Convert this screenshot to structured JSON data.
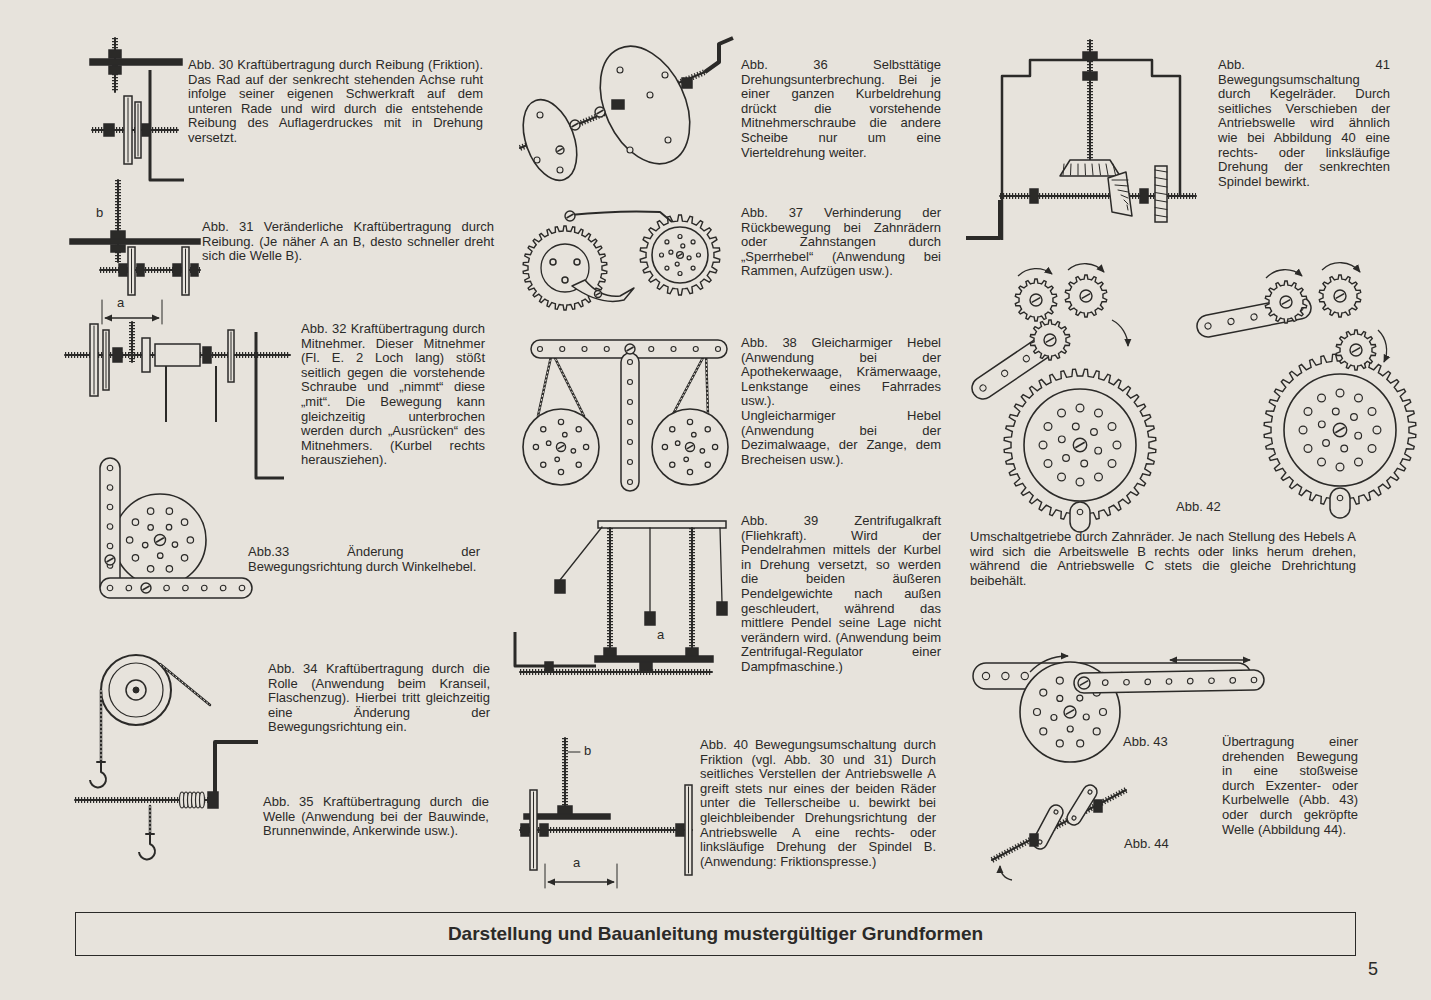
{
  "diagram": {
    "nodes": [
      {
        "text": [
          "Darstellung und Bauanleitung mustergültiger Grundformen"
        ]
      }
    ],
    "labels": [
      "Abb. 30 Kraftübertragung durch Reibung (Friktion). Das Rad auf der senkrecht stehenden Achse ruht infolge seiner eigenen Schwerkraft auf dem unteren Rade und wird durch die entstehende Reibung des Auflagerdruckes mit in Drehung versetzt.",
      "b",
      "Abb. 31 Veränderliche Kraftübertragung durch Reibung. (Je näher A an B, desto schneller dreht sich die Welle B).",
      "a",
      "Abb. 32 Kraftübertragung durch Mitnehmer. Dieser Mitnehmer (Fl. E. 2 Loch lang) stößt seitlich gegen die vorstehende Schraube und „nimmt“ diese „mit“. Die Bewegung kann gleichzeitig unterbrochen werden durch „Ausrücken“ des Mitnehmers. (Kurbel rechts herausziehen).",
      "Abb.33 Änderung der Bewegungsrichtung durch Winkelhebel.",
      "Abb. 34 Kraftübertragung durch die Rolle (Anwendung beim Kranseil, Flaschenzug). Hierbei tritt gleichzeitig eine Änderung der Bewegungsrichtung ein.",
      "Abb. 35 Kraftübertragung durch die Welle (Anwendung bei der Bauwinde, Brunnenwinde, Ankerwinde usw.).",
      "Abb. 36 Selbsttätige Drehungsunterbrechung. Bei je einer ganzen Kurbeldrehung drückt die vorstehende Mitnehmerschraube die andere Scheibe nur um eine Vierteldrehung weiter.",
      "Abb. 37 Verhinderung der Rückbewegung bei Zahnrädern oder Zahnstangen durch „Sperrhebel“ (Anwendung bei Rammen, Aufzügen usw.).",
      "Abb. 38 Gleicharmiger Hebel (Anwendung bei der Apothekerwaage, Krämerwaage, Lenkstange eines Fahrrades usw.).",
      "Ungleicharmiger Hebel (Anwendung bei der Dezimalwaage, der Zange, dem Brecheisen usw.).",
      "Abb. 39 Zentrifugalkraft (Fliehkraft). Wird der Pendelrahmen mittels der Kurbel in Drehung versetzt, so werden die beiden äußeren Pendelgewichte nach außen geschleudert, während das mittlere Pendel seine Lage nicht verändern wird. (Anwendung beim Zentrifugal-Regulator einer Dampfmaschine.)",
      "a",
      "b",
      "Abb. 40 Bewegungsumschaltung durch Friktion (vgl. Abb. 30 und 31) Durch seitliches Verstellen der Antriebswelle A greift stets nur eines der beiden Räder unter die Tellerscheibe u. bewirkt bei gleichbleibender Drehungsrichtung der Antriebswelle A eine rechts- oder linksläufige Drehung der Spindel B. (Anwendung: Friktionspresse.)",
      "a",
      "Abb. 41 Bewegungsumschaltung durch Kegelräder. Durch seitliches Verschieben der Antriebswelle wird ähnlich wie bei Abbildung 40 eine rechts- oder linksläufige Drehung der senkrechten Spindel bewirkt.",
      "Abb. 42",
      "Umschaltgetriebe durch Zahnräder. Je nach Stellung des Hebels A wird sich die Arbeitswelle B rechts oder links herum drehen, während die Antriebswelle C stets die gleiche Drehrichtung beibehält.",
      "Abb. 43",
      "Übertragung einer drehenden Bewegung in eine stoßweise durch Exzenter- oder Kurbelwelle (Abb. 43) oder durch gekröpfte Welle (Abbildung 44).",
      "Abb. 44",
      "5"
    ]
  }
}
